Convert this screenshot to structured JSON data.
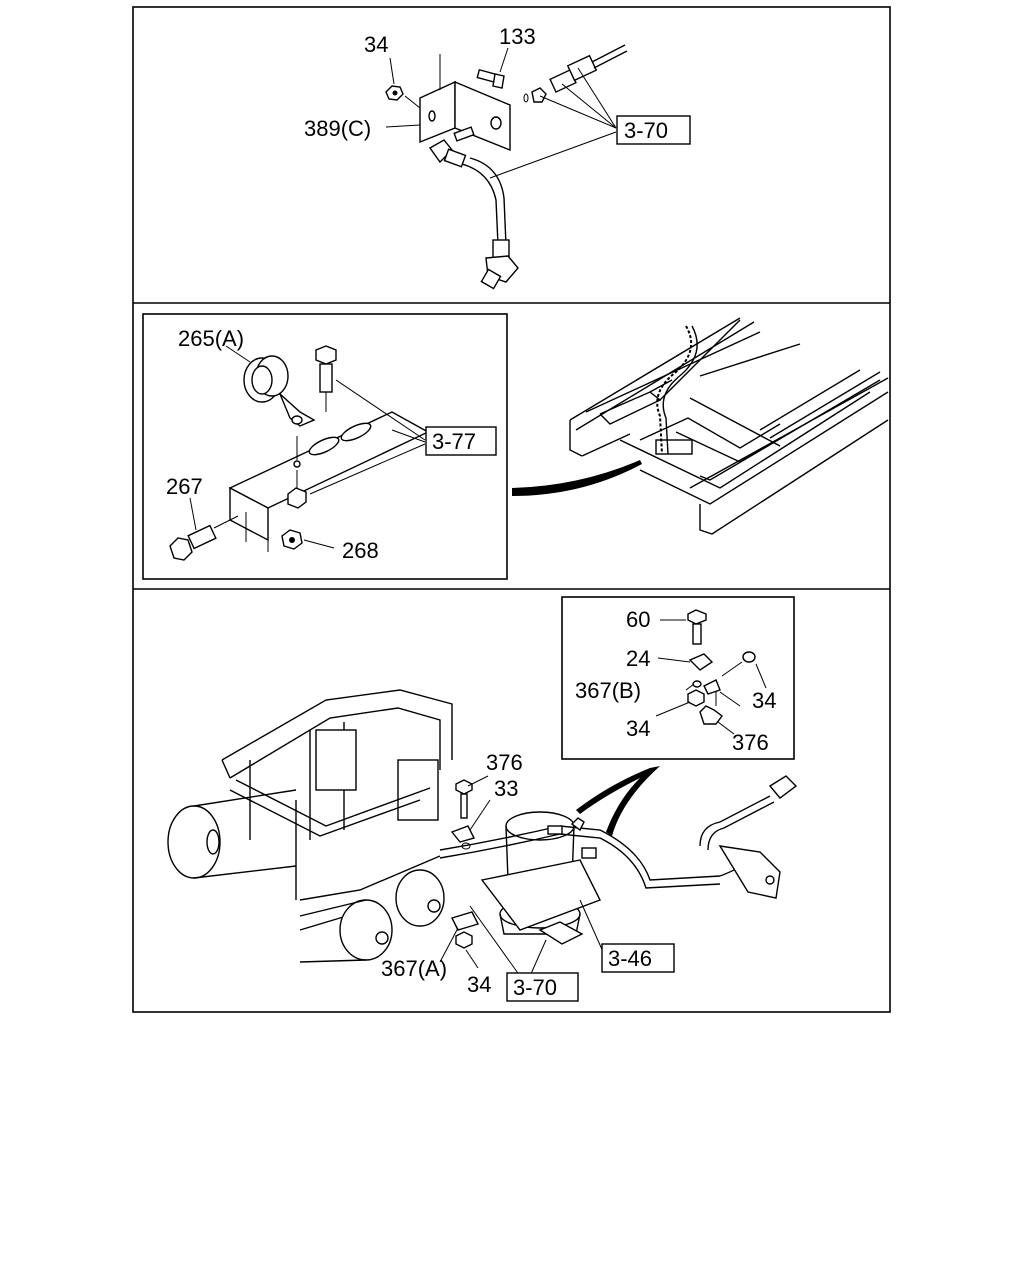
{
  "panel_top": {
    "labels": {
      "n34": "34",
      "n133": "133",
      "n389c": "389(C)",
      "ref370": "3-70"
    }
  },
  "panel_middle": {
    "labels": {
      "n265a": "265(A)",
      "ref377": "3-77",
      "n267": "267",
      "n268": "268"
    }
  },
  "panel_bottom": {
    "inset_labels": {
      "n60": "60",
      "n24": "24",
      "n367b": "367(B)",
      "n34a": "34",
      "n34b": "34",
      "n376": "376"
    },
    "labels": {
      "n376": "376",
      "n33": "33",
      "n367a": "367(A)",
      "n34": "34",
      "ref370": "3-70",
      "ref346": "3-46"
    }
  }
}
